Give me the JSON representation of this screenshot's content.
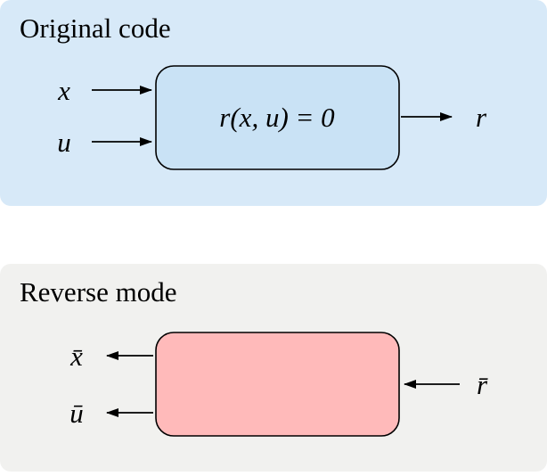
{
  "colors": {
    "panel_original_bg": "#d7e9f8",
    "panel_reverse_bg": "#f1f1ef",
    "original_box_fill": "#c9e2f5",
    "reverse_box_fill": "#ffbaba",
    "box_stroke": "#000000",
    "arrow_color": "#000000",
    "text_color": "#000000"
  },
  "original": {
    "title": "Original code",
    "input_top_label": "x",
    "input_bottom_label": "u",
    "box_label": "r(x, u) = 0",
    "output_label": "r"
  },
  "reverse": {
    "title": "Reverse mode",
    "output_top_label": "x̄",
    "output_bottom_label": "ū",
    "input_label": "r̄"
  }
}
